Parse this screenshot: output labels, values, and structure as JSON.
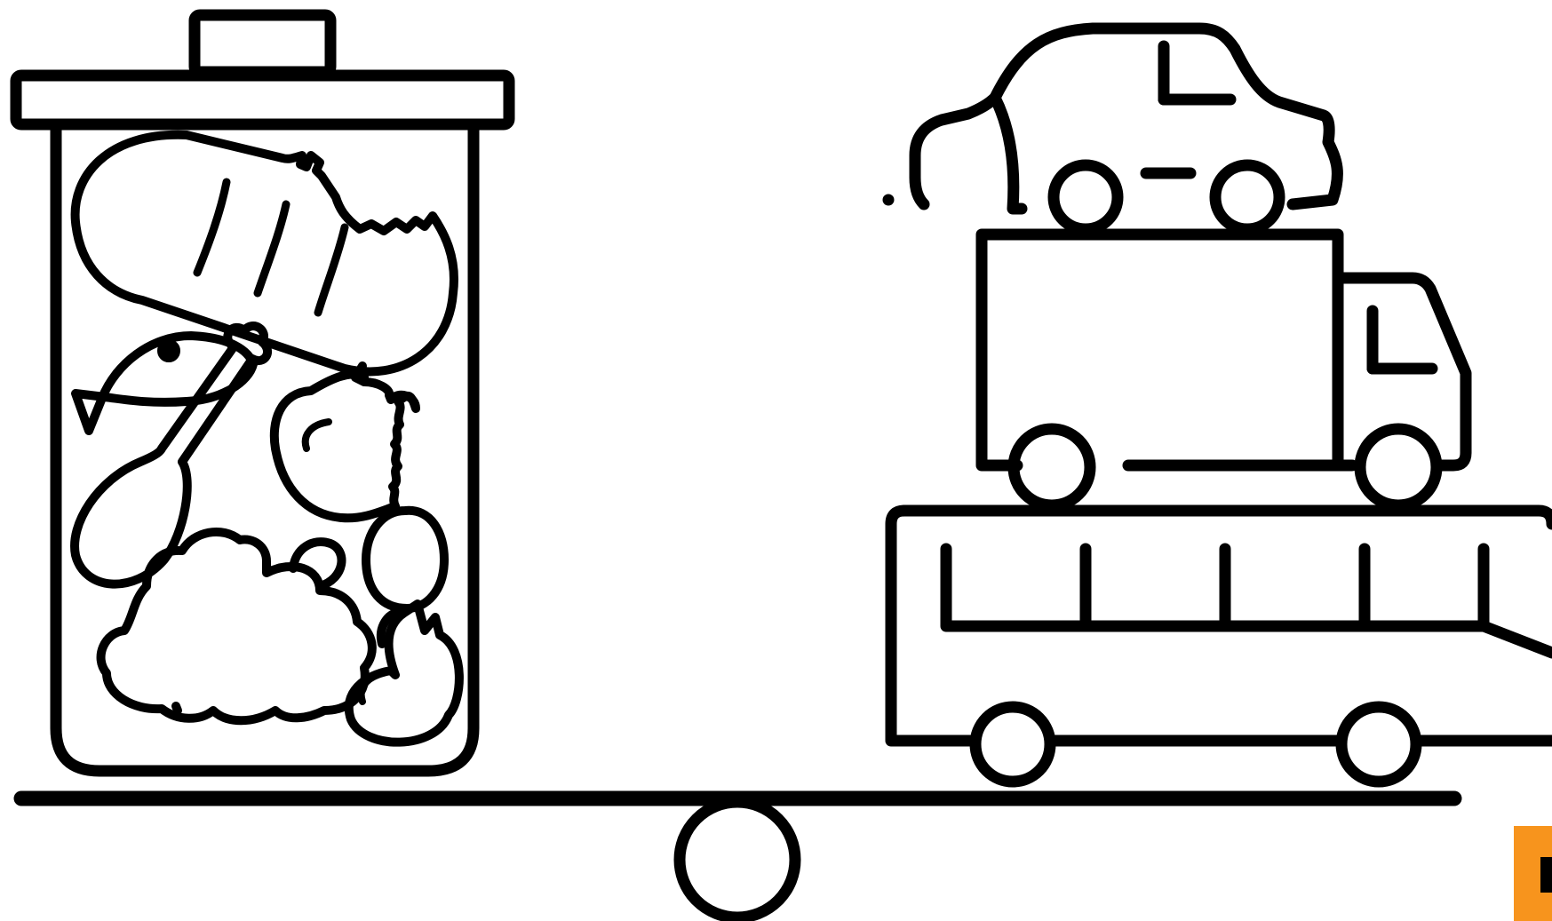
{
  "illustration": {
    "left_group": "trash-can-with-food-waste",
    "right_group": "stacked-vehicles",
    "fulcrum": "seesaw-pivot"
  },
  "icons": [
    "trash-can-icon",
    "bread-loaf-icon",
    "fish-icon",
    "chicken-leg-icon",
    "bitten-apple-icon",
    "egg-icon",
    "broccoli-icon",
    "garlic-icon",
    "car-icon",
    "truck-icon",
    "bus-icon",
    "seesaw-icon"
  ],
  "colors": {
    "ink": "#000000",
    "background": "#ffffff",
    "badge": "#f7941d"
  }
}
